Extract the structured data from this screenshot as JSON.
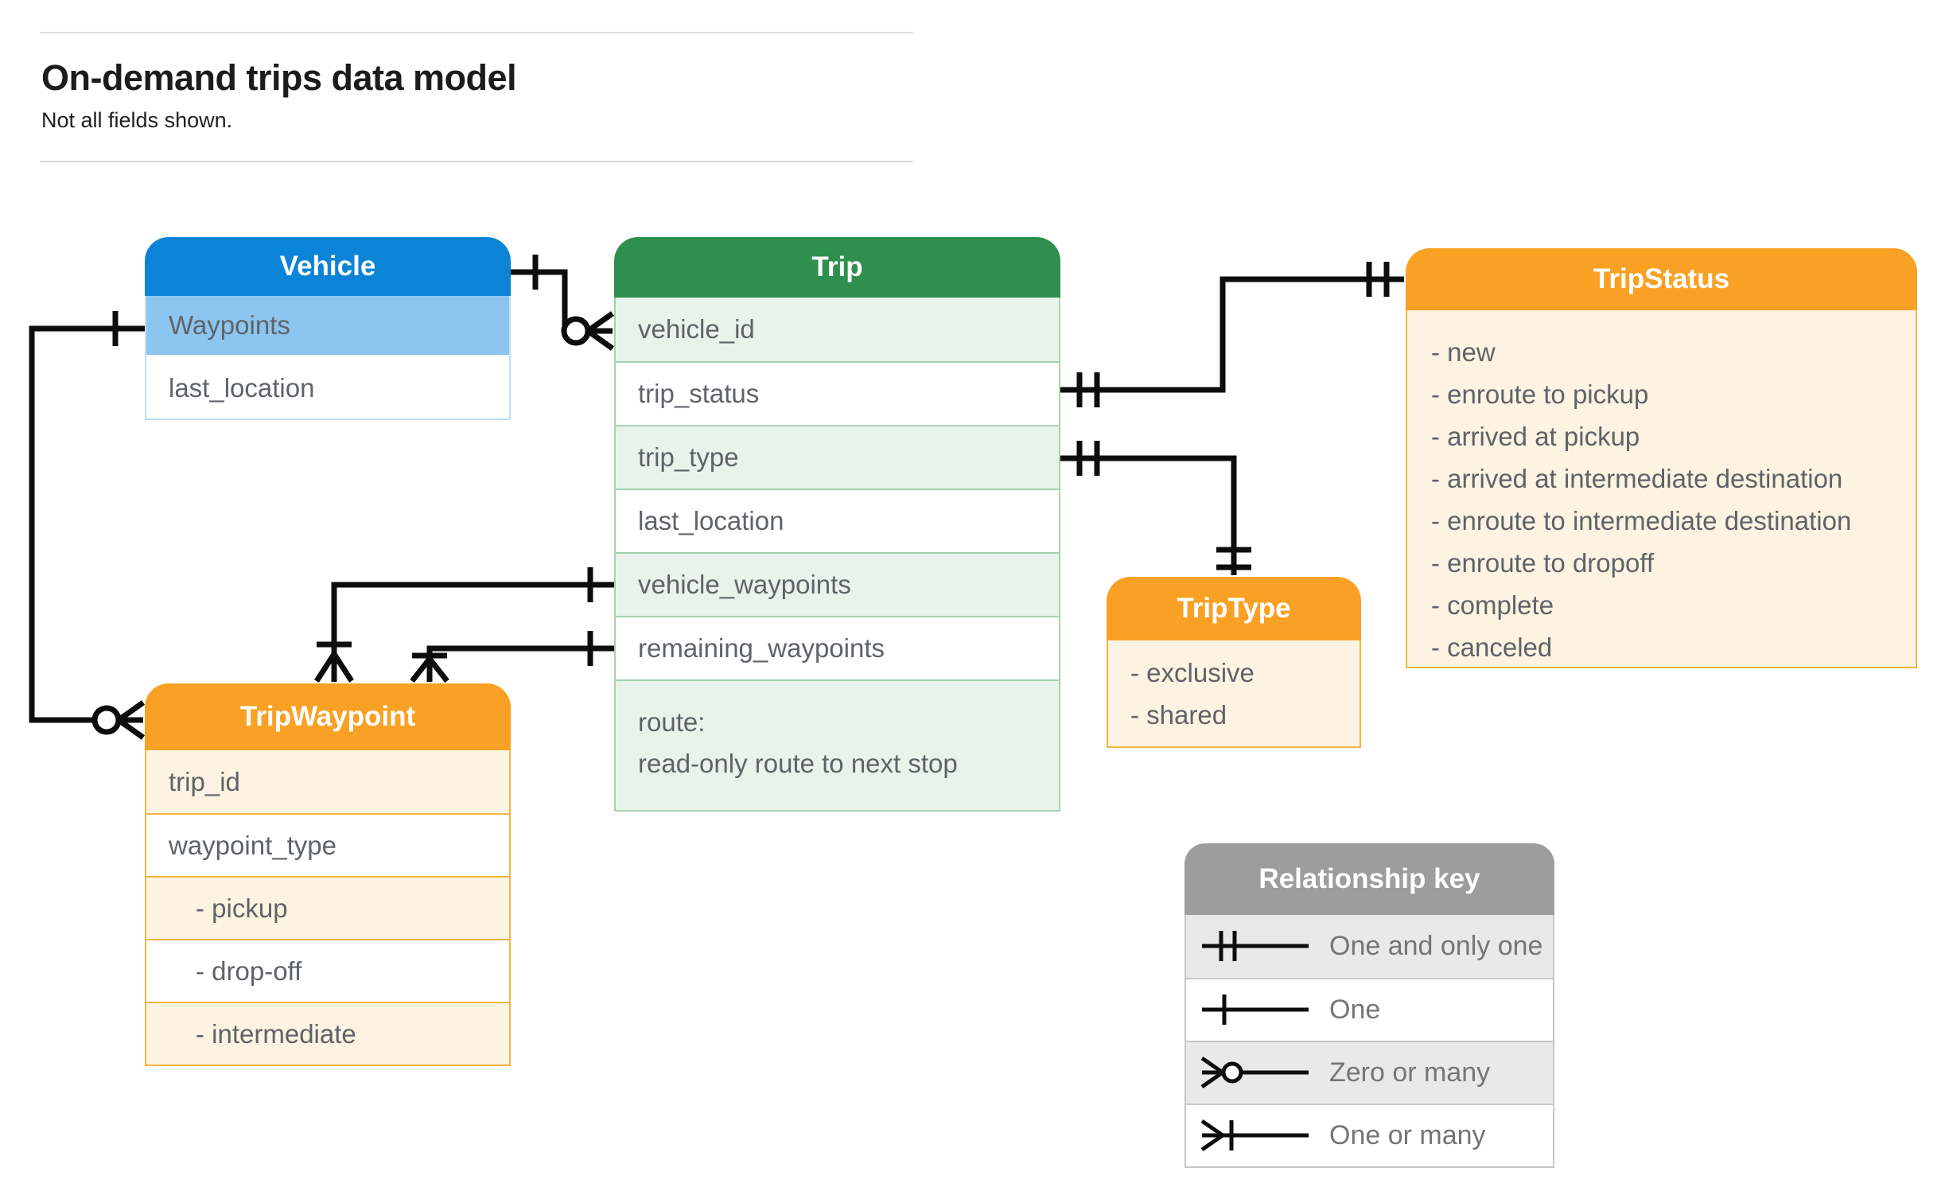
{
  "page": {
    "title": "On-demand trips data model",
    "subtitle": "Not all fields shown."
  },
  "entities": {
    "vehicle": {
      "title": "Vehicle",
      "fields": [
        "Waypoints",
        "last_location"
      ]
    },
    "trip": {
      "title": "Trip",
      "fields": [
        "vehicle_id",
        "trip_status",
        "trip_type",
        "last_location",
        "vehicle_waypoints",
        "remaining_waypoints"
      ],
      "route": {
        "label": "route:",
        "note": "read-only route to next stop"
      }
    },
    "trip_status": {
      "title": "TripStatus",
      "values": [
        "- new",
        "- enroute to pickup",
        "- arrived at pickup",
        "- arrived at intermediate destination",
        "- enroute to intermediate destination",
        "- enroute to dropoff",
        "- complete",
        "- canceled"
      ]
    },
    "trip_type": {
      "title": "TripType",
      "values": [
        "- exclusive",
        "- shared"
      ]
    },
    "trip_waypoint": {
      "title": "TripWaypoint",
      "fields": [
        "trip_id",
        "waypoint_type"
      ],
      "values": [
        "- pickup",
        "- drop-off",
        "- intermediate"
      ]
    }
  },
  "legend": {
    "title": "Relationship key",
    "rows": [
      {
        "symbol": "one-and-only-one",
        "label": "One and only one"
      },
      {
        "symbol": "one",
        "label": "One"
      },
      {
        "symbol": "zero-or-many",
        "label": "Zero or many"
      },
      {
        "symbol": "one-or-many",
        "label": "One or many"
      }
    ]
  },
  "colors": {
    "header_blue": "#0B84D8",
    "row_blue": "#8CC6F0",
    "border_blue": "#BEDFF8",
    "header_green": "#2F8F4D",
    "row_green": "#E8F3EB",
    "border_green": "#A5D2B1",
    "header_orange": "#F9A125",
    "row_cream": "#FDF3E2",
    "border_orange": "#F2B541",
    "header_gray": "#9D9D9D",
    "row_gray": "#E9E9E9",
    "border_gray": "#C6C6C6",
    "text_field": "#5F6368",
    "text_legend": "#757575",
    "line": "#0D0D0D",
    "rule": "#DADADA",
    "title_text": "#1C1C1E"
  }
}
